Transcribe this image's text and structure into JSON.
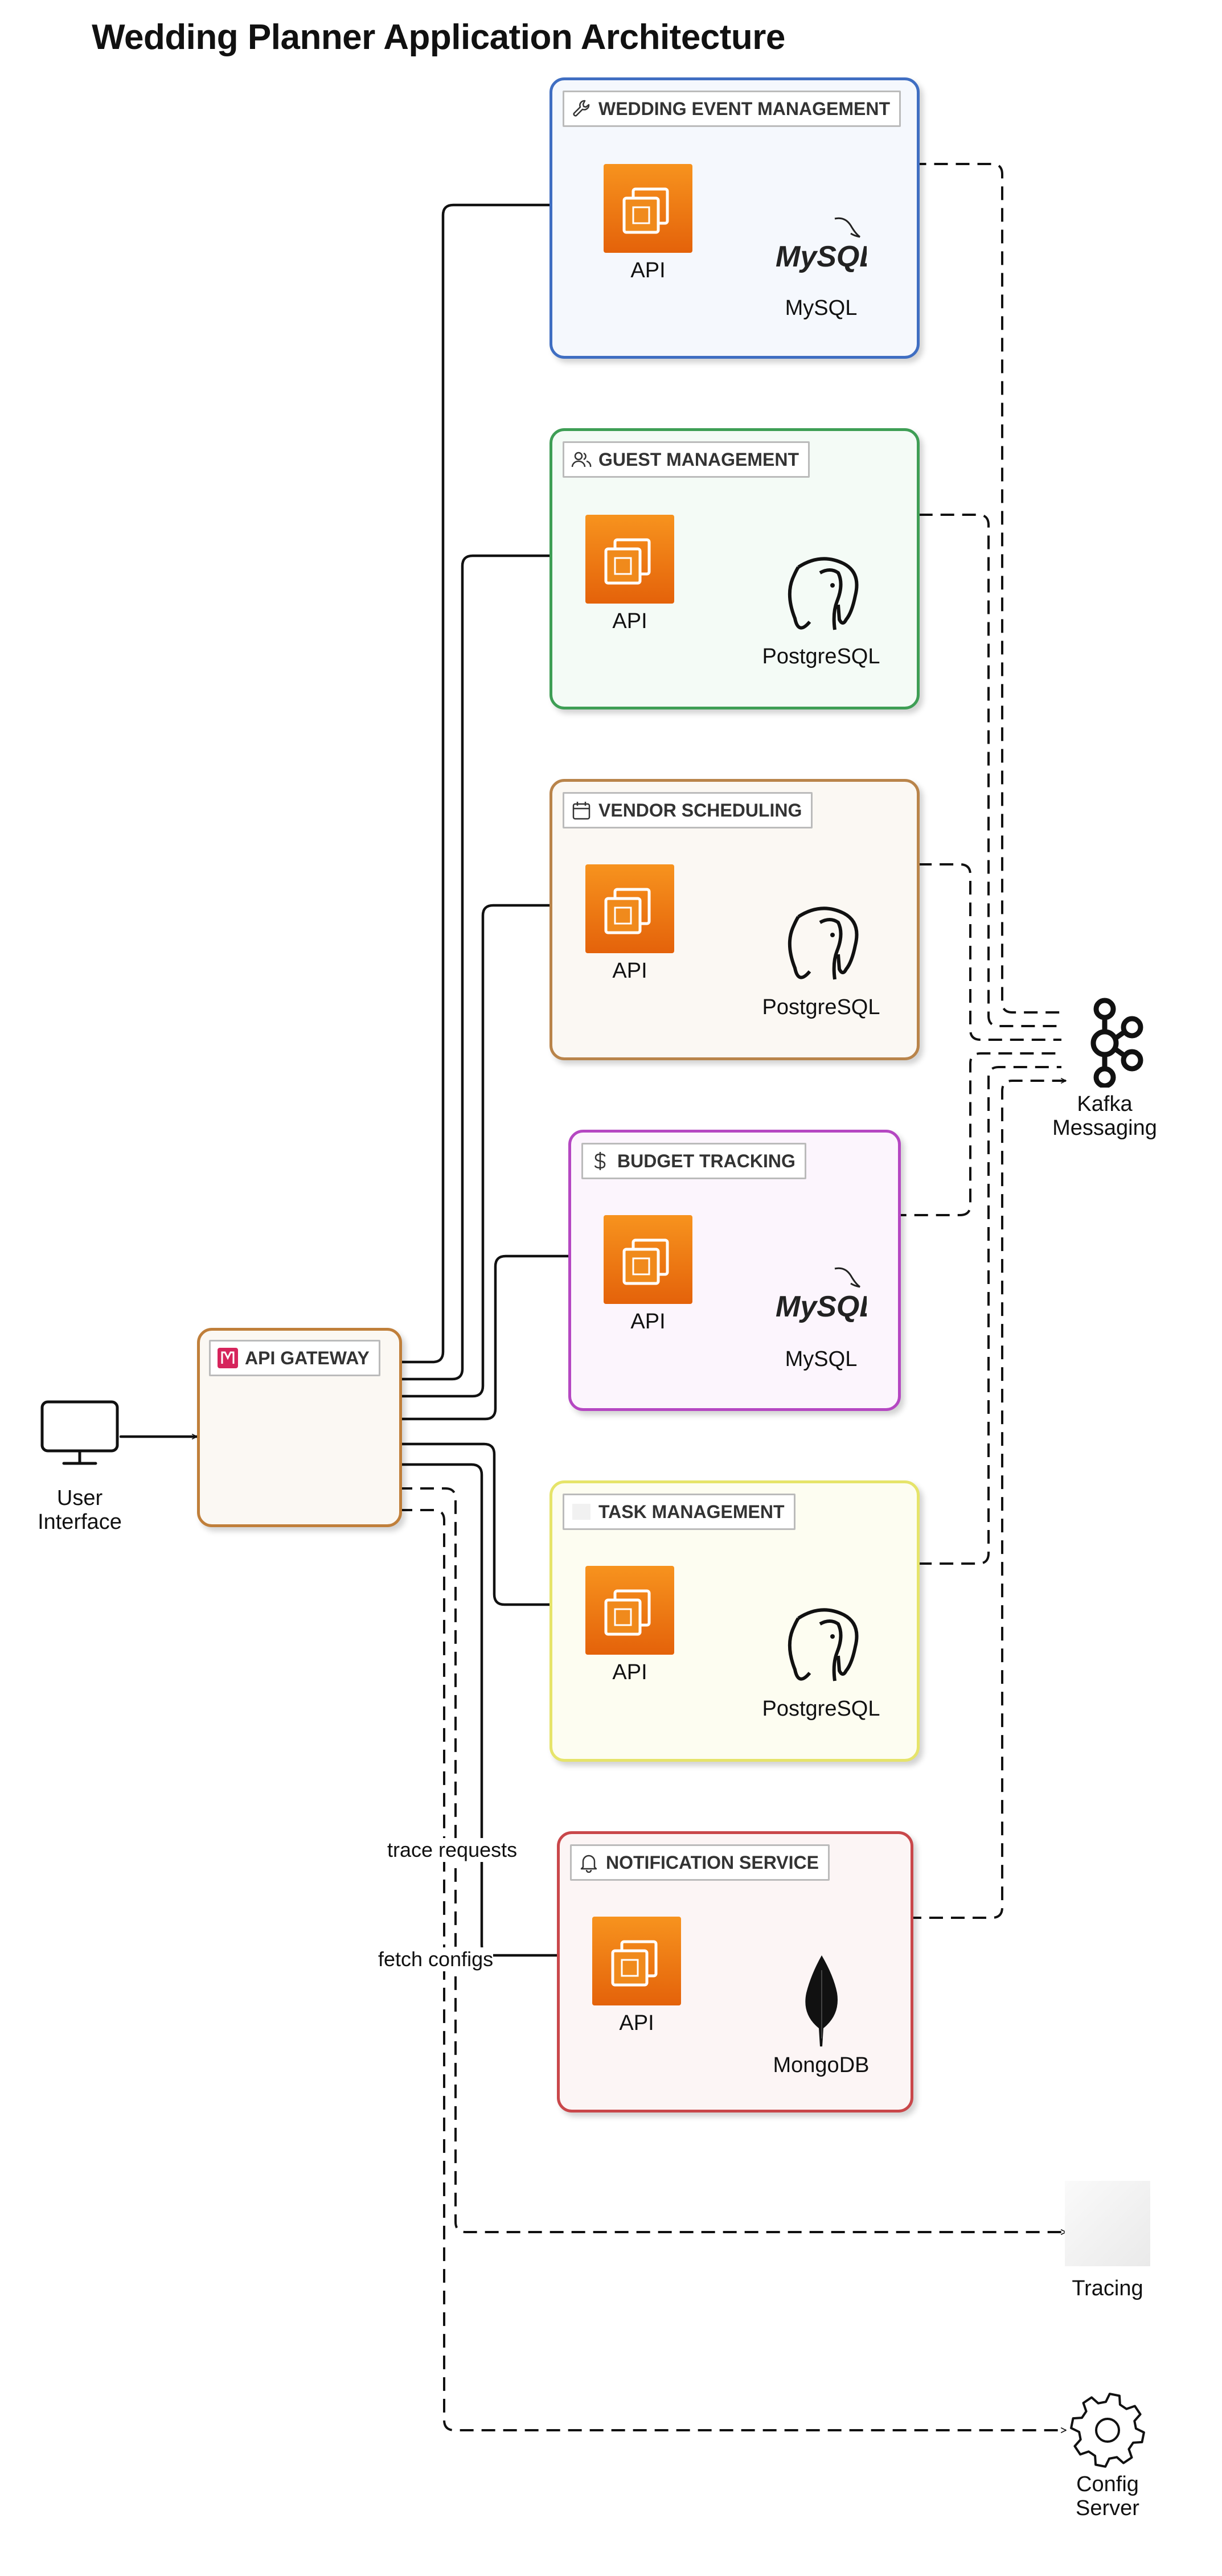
{
  "title": "Wedding Planner Application Architecture",
  "user": {
    "label_line1": "User",
    "label_line2": "Interface"
  },
  "gateway": {
    "label": "API GATEWAY",
    "icon": "api-gateway-icon"
  },
  "services": [
    {
      "name": "WEDDING EVENT MANAGEMENT",
      "icon": "wrench-icon",
      "api_label": "API",
      "db_label": "MySQL",
      "db_icon": "mysql-logo",
      "border": "#3f6ec2",
      "bg": "#f5f8fd"
    },
    {
      "name": "GUEST MANAGEMENT",
      "icon": "users-icon",
      "api_label": "API",
      "db_label": "PostgreSQL",
      "db_icon": "postgresql-logo",
      "border": "#3e9e55",
      "bg": "#f4fbf6"
    },
    {
      "name": "VENDOR SCHEDULING",
      "icon": "calendar-icon",
      "api_label": "API",
      "db_label": "PostgreSQL",
      "db_icon": "postgresql-logo",
      "border": "#b9844a",
      "bg": "#fbf8f3"
    },
    {
      "name": "BUDGET TRACKING",
      "icon": "dollar-icon",
      "api_label": "API",
      "db_label": "MySQL",
      "db_icon": "mysql-logo",
      "border": "#b547c2",
      "bg": "#fcf5fd"
    },
    {
      "name": "TASK MANAGEMENT",
      "icon": "blank-icon",
      "api_label": "API",
      "db_label": "PostgreSQL",
      "db_icon": "postgresql-logo",
      "border": "#e6e46a",
      "bg": "#fdfdf1"
    },
    {
      "name": "NOTIFICATION SERVICE",
      "icon": "bell-icon",
      "api_label": "API",
      "db_label": "MongoDB",
      "db_icon": "mongodb-logo",
      "border": "#c9474a",
      "bg": "#fcf5f5"
    }
  ],
  "kafka": {
    "label_line1": "Kafka",
    "label_line2": "Messaging"
  },
  "tracing": {
    "label": "Tracing"
  },
  "config": {
    "label_line1": "Config",
    "label_line2": "Server"
  },
  "edge_labels": {
    "trace": "trace requests",
    "fetch": "fetch configs"
  }
}
